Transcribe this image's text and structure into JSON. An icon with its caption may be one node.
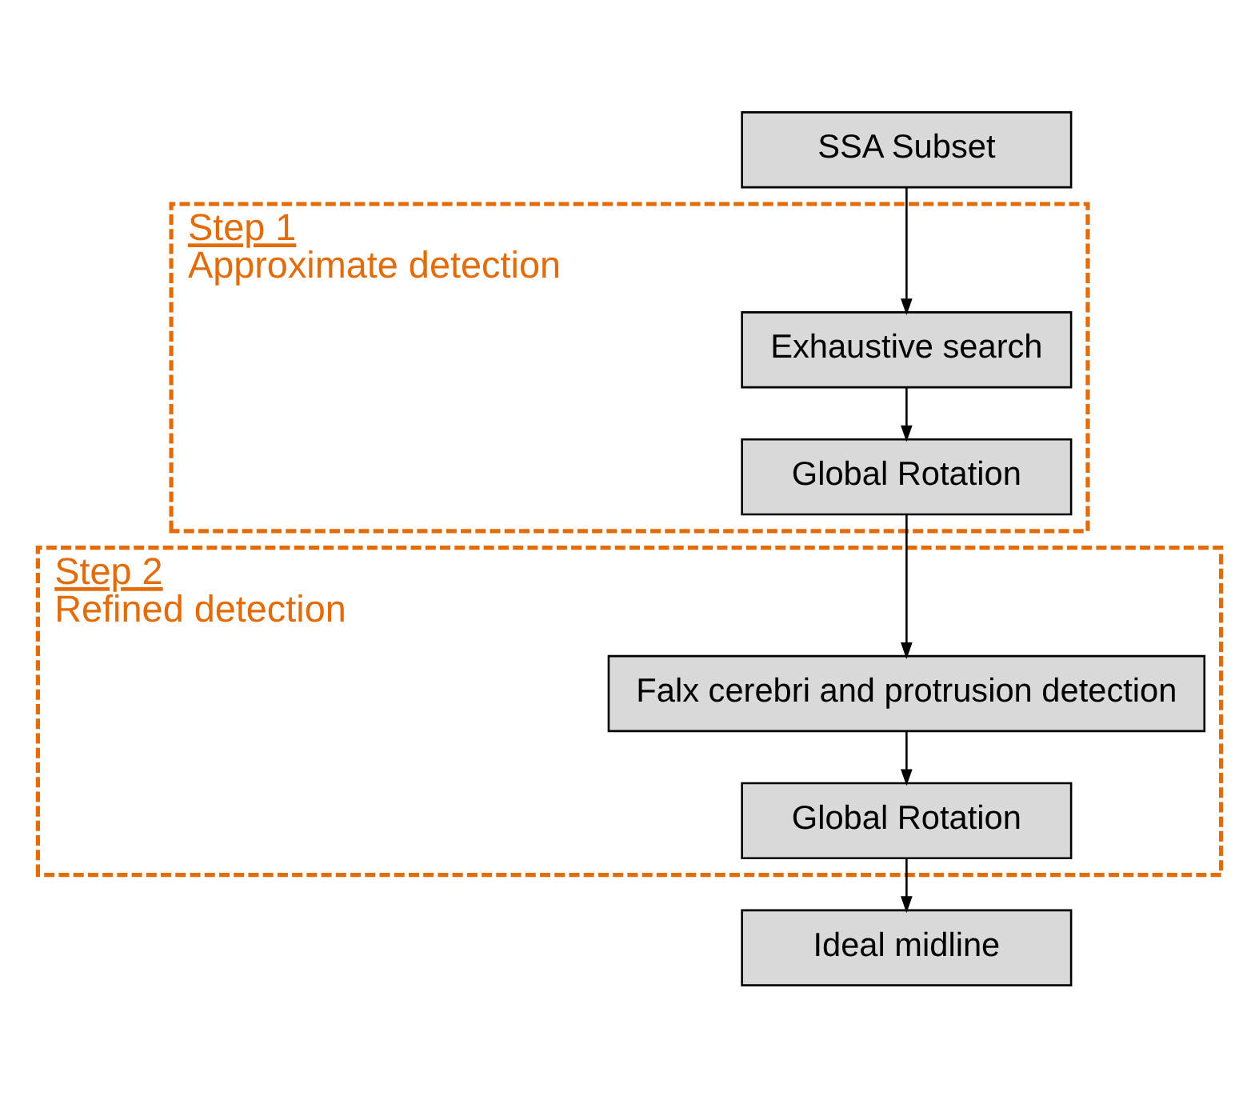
{
  "diagram": {
    "nodes": [
      {
        "text": [
          "SSA Subset"
        ]
      },
      {
        "text": [
          "Step 1",
          "Approximate detection"
        ]
      },
      {
        "text": [
          "Exhaustive search"
        ],
        "in": 1
      },
      {
        "text": [
          "Global Rotation"
        ],
        "in": 1
      },
      {
        "text": [
          "Step 2",
          "Refined detection"
        ]
      },
      {
        "text": [
          "Falx cerebri and protrusion detection"
        ],
        "in": 4
      },
      {
        "text": [
          "Global Rotation"
        ],
        "in": 4
      },
      {
        "text": [
          "Ideal midline"
        ]
      }
    ],
    "edges": [
      {
        "from": 0,
        "to": 2,
        "arrow": "to"
      },
      {
        "from": 2,
        "to": 3,
        "arrow": "to"
      },
      {
        "from": 3,
        "to": 5,
        "arrow": "to"
      },
      {
        "from": 5,
        "to": 6,
        "arrow": "to"
      },
      {
        "from": 6,
        "to": 7,
        "arrow": "to"
      }
    ]
  }
}
